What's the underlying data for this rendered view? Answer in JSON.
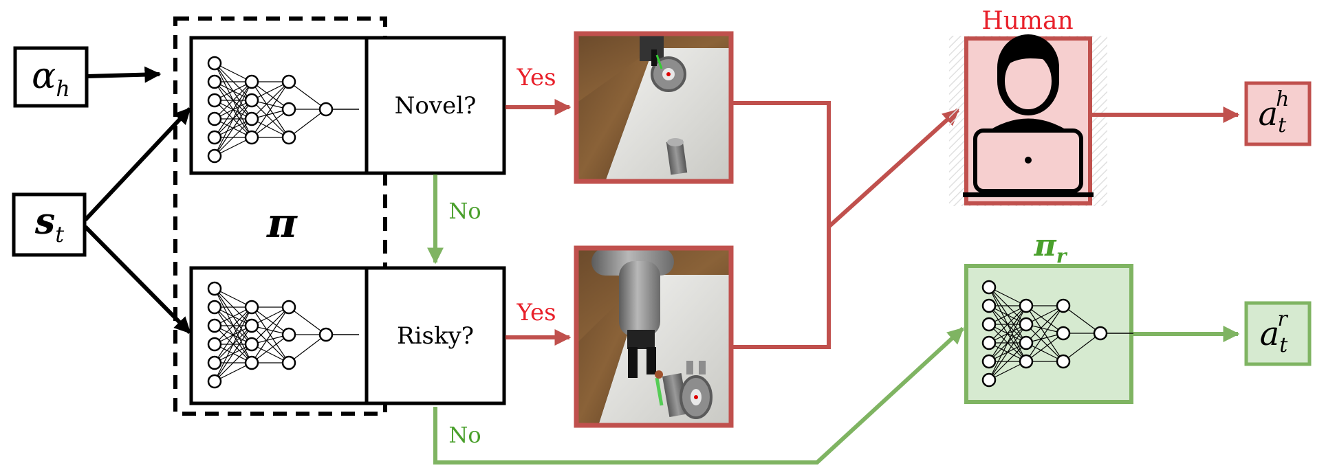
{
  "inputs": {
    "alpha": {
      "symbol": "α",
      "sub": "h"
    },
    "state": {
      "symbol": "s",
      "sub": "t"
    }
  },
  "policy": {
    "symbol": "π"
  },
  "questions": {
    "novel": "Novel?",
    "risky": "Risky?"
  },
  "edges": {
    "yes": "Yes",
    "no": "No"
  },
  "human": {
    "title": "Human"
  },
  "robot_policy": {
    "symbol": "π",
    "sub": "r"
  },
  "outputs": {
    "human_action": {
      "symbol": "a",
      "sub": "t",
      "sup": "h"
    },
    "robot_action": {
      "symbol": "a",
      "sub": "t",
      "sup": "r"
    }
  },
  "colors": {
    "red": "#c0504d",
    "red_text": "#e8202a",
    "green": "#7fb462",
    "green_text": "#4aa02c",
    "human_fill": "#f6cfcf",
    "robot_fill": "#d6ead0",
    "black": "#000000"
  },
  "icons": {
    "nn_top": "neural-network-icon",
    "nn_bottom": "neural-network-icon",
    "nn_robot": "neural-network-icon",
    "human": "person-at-laptop-icon",
    "scene_top": "robot-gripper-scene-image",
    "scene_bottom": "robot-arm-scene-image"
  }
}
